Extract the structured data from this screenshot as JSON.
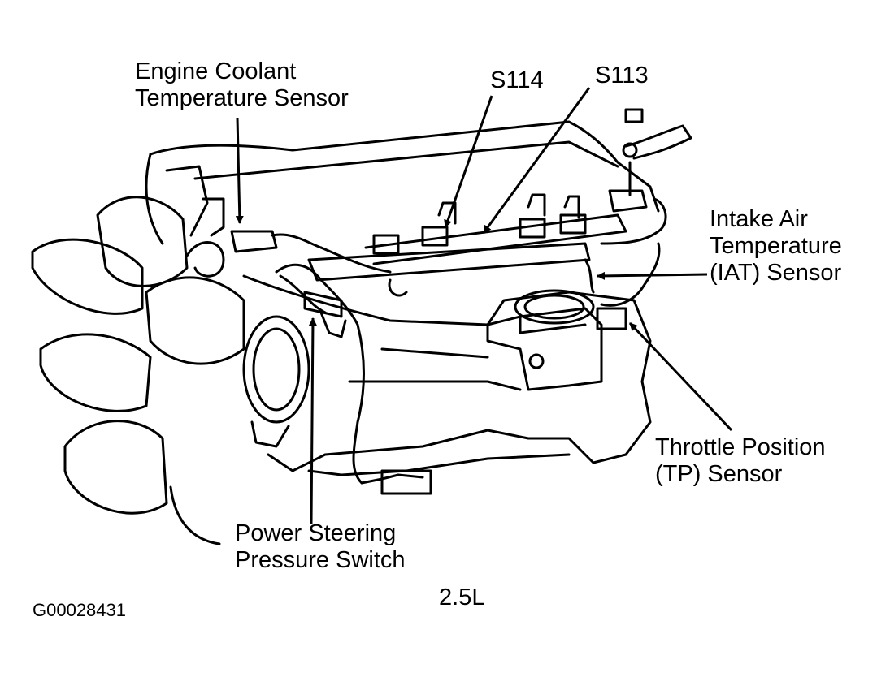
{
  "labels": {
    "ect": [
      "Engine Coolant",
      "Temperature Sensor"
    ],
    "s114": "S114",
    "s113": "S113",
    "iat": [
      "Intake Air",
      "Temperature",
      "(IAT) Sensor"
    ],
    "tp": [
      "Throttle Position",
      "(TP) Sensor"
    ],
    "ps": [
      "Power Steering",
      "Pressure Switch"
    ],
    "engine": "2.5L",
    "figure_id": "G00028431"
  },
  "colors": {
    "ink": "#000000",
    "paper": "#ffffff"
  }
}
